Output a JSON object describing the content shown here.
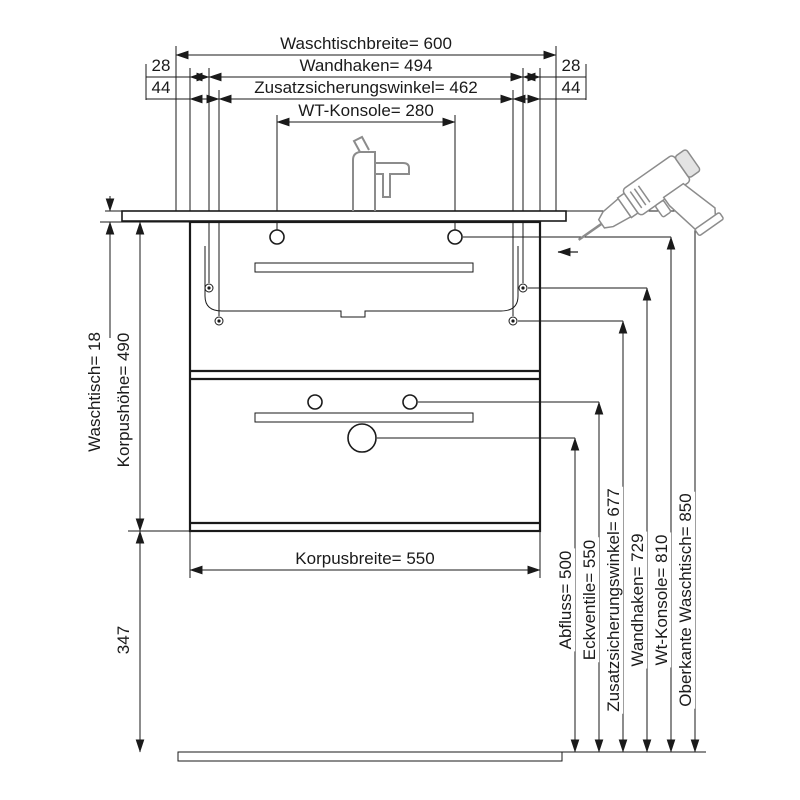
{
  "dimensions": {
    "top": {
      "waschtischbreite": "Waschtischbreite= 600",
      "offset_28_left": "28",
      "wandhaken": "Wandhaken= 494",
      "offset_28_right": "28",
      "offset_44_left": "44",
      "zusatzsicherungswinkel": "Zusatzsicherungswinkel= 462",
      "offset_44_right": "44",
      "wt_konsole": "WT-Konsole= 280"
    },
    "left": {
      "waschtisch": "Waschtisch= 18",
      "korpushoehe": "Korpushöhe= 490",
      "bodenabstand": "347"
    },
    "bottom": {
      "korpusbreite": "Korpusbreite= 550"
    },
    "right": {
      "abfluss": "Abfluss= 500",
      "eckventile": "Eckventile= 550",
      "zusatzsicherungswinkel": "Zusatzsicherungswinkel= 677",
      "wandhaken": "Wandhaken= 729",
      "wt_konsole": "Wt-Konsole= 810",
      "oberkante_waschtisch": "Oberkante Waschtisch= 850"
    }
  },
  "icons": {
    "drill": "drill-icon",
    "faucet": "faucet-icon",
    "left_arrow": "left-arrow-icon"
  },
  "colors": {
    "line": "#1a1a1a",
    "tool": "#8c8c8c",
    "background": "#ffffff"
  }
}
